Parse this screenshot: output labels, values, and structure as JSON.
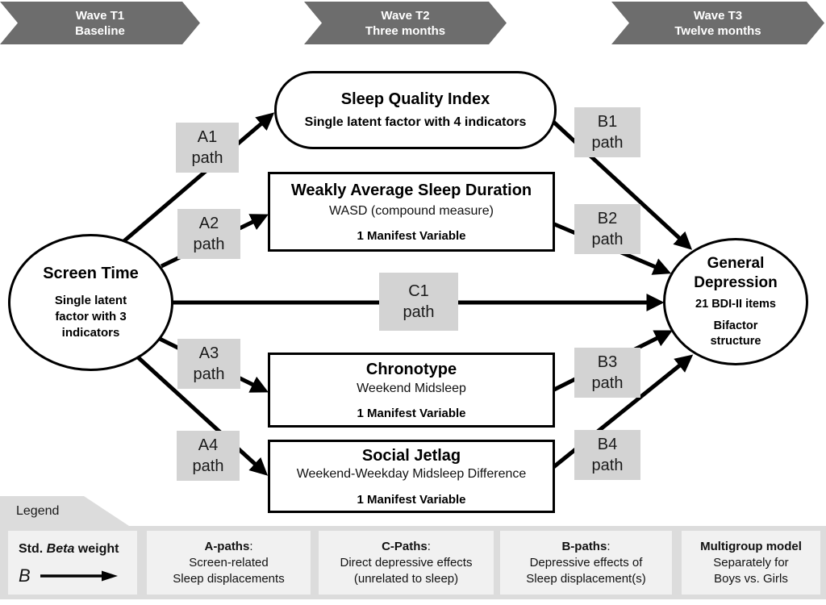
{
  "banners": [
    {
      "line1": "Wave T1",
      "line2": "Baseline"
    },
    {
      "line1": "Wave T2",
      "line2": "Three months"
    },
    {
      "line1": "Wave T3",
      "line2": "Twelve months"
    }
  ],
  "nodes": {
    "screen_time": {
      "title": "Screen Time",
      "subtitle": "Single latent factor with 3 indicators"
    },
    "sleep_quality": {
      "title": "Sleep Quality Index",
      "subtitle": "Single latent factor with 4 indicators"
    },
    "wasd": {
      "title": "Weakly Average Sleep Duration",
      "subtitle": "WASD (compound measure)",
      "note": "1 Manifest Variable"
    },
    "chronotype": {
      "title": "Chronotype",
      "subtitle": "Weekend Midsleep",
      "note": "1 Manifest Variable"
    },
    "social_jetlag": {
      "title": "Social Jetlag",
      "subtitle": "Weekend-Weekday Midsleep Difference",
      "note": "1 Manifest Variable"
    },
    "general_depression": {
      "title": "General Depression",
      "subtitle": "21 BDI-II items",
      "note": "Bifactor structure"
    }
  },
  "path_labels": {
    "a1": {
      "id": "A1",
      "word": "path"
    },
    "a2": {
      "id": "A2",
      "word": "path"
    },
    "a3": {
      "id": "A3",
      "word": "path"
    },
    "a4": {
      "id": "A4",
      "word": "path"
    },
    "c1": {
      "id": "C1",
      "word": "path"
    },
    "b1": {
      "id": "B1",
      "word": "path"
    },
    "b2": {
      "id": "B2",
      "word": "path"
    },
    "b3": {
      "id": "B3",
      "word": "path"
    },
    "b4": {
      "id": "B4",
      "word": "path"
    }
  },
  "legend": {
    "tab": "Legend",
    "beta": {
      "t1": "Std. ",
      "t2": "Beta",
      "t3": " weight",
      "symbol": "B"
    },
    "items": [
      {
        "title": "A-paths",
        "colon": ":",
        "line1": "Screen-related",
        "line2": "Sleep displacements"
      },
      {
        "title": "C-Paths",
        "colon": ":",
        "line1": "Direct depressive effects",
        "line2": "(unrelated to sleep)"
      },
      {
        "title": "B-paths",
        "colon": ":",
        "line1": "Depressive effects of",
        "line2": "Sleep displacement(s)"
      },
      {
        "title": "Multigroup model",
        "colon": "",
        "line1": "Separately for",
        "line2": "Boys vs. Girls"
      }
    ]
  },
  "colors": {
    "banner": "#6d6d6d",
    "label_box": "#d3d3d3",
    "legend_strip": "#dcdcdc",
    "legend_box": "#f1f1f1",
    "line": "#000000"
  }
}
